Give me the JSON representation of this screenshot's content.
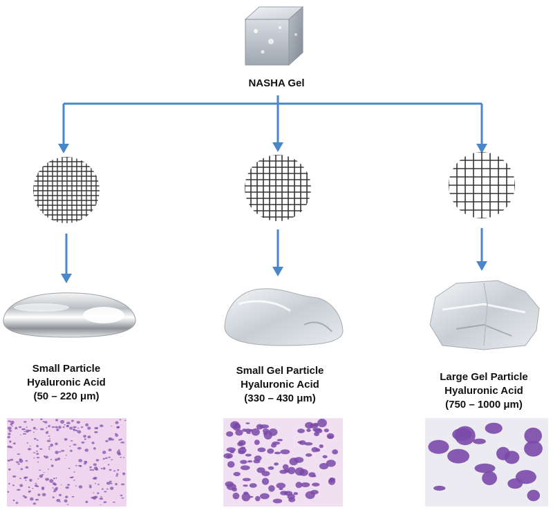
{
  "root": {
    "label": "NASHA Gel"
  },
  "columns": [
    {
      "line1": "Small Particle",
      "line2": "Hyaluronic Acid",
      "line3": "(50 – 220 μm)"
    },
    {
      "line1": "Small Gel Particle",
      "line2": "Hyaluronic Acid",
      "line3": "(330 – 430 μm)"
    },
    {
      "line1": "Large Gel Particle",
      "line2": "Hyaluronic Acid",
      "line3": "(750 – 1000 μm)"
    }
  ],
  "colors": {
    "arrow": "#4a86c8",
    "mesh": "#333333",
    "stain": "#7a4aa8",
    "tissue": "#efd6ee"
  }
}
